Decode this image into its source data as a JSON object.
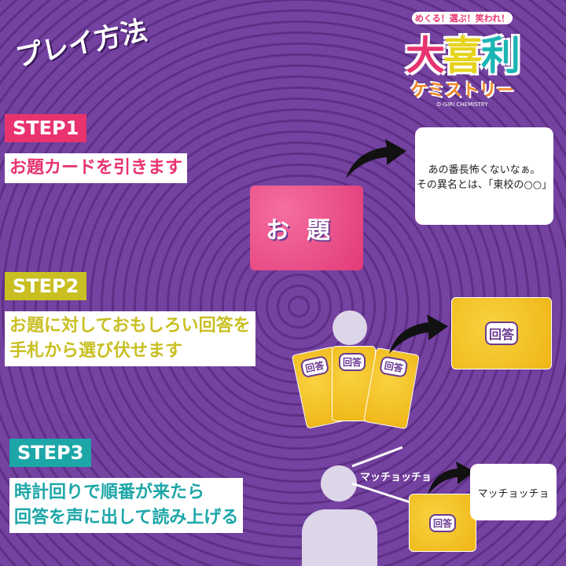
{
  "title": "プレイ方法",
  "logo": {
    "tagline": "めくる！選ぶ！笑われ！",
    "main": [
      "大",
      "喜",
      "利"
    ],
    "sub": "ケミストリー",
    "english": "O-GIRI CHEMISTRY"
  },
  "steps": [
    {
      "label": "STEP1",
      "lines": [
        "お題カードを引きます"
      ],
      "color": "#e8336f"
    },
    {
      "label": "STEP2",
      "lines": [
        "お題に対しておもしろい回答を",
        "手札から選び伏せます"
      ],
      "color": "#c9bf22"
    },
    {
      "label": "STEP3",
      "lines": [
        "時計回りで順番が来たら",
        "回答を声に出して読み上げる"
      ],
      "color": "#1ca6a8"
    }
  ],
  "odai_card": {
    "text": "お題"
  },
  "odai_bubble": {
    "lines": [
      "あの番長怖くないなぁ。",
      "その異名とは、「東校の○○」"
    ]
  },
  "answer_card": {
    "text": "回答"
  },
  "speech": "マッチョッチョ",
  "answer_bubble": "マッチョッチョ"
}
